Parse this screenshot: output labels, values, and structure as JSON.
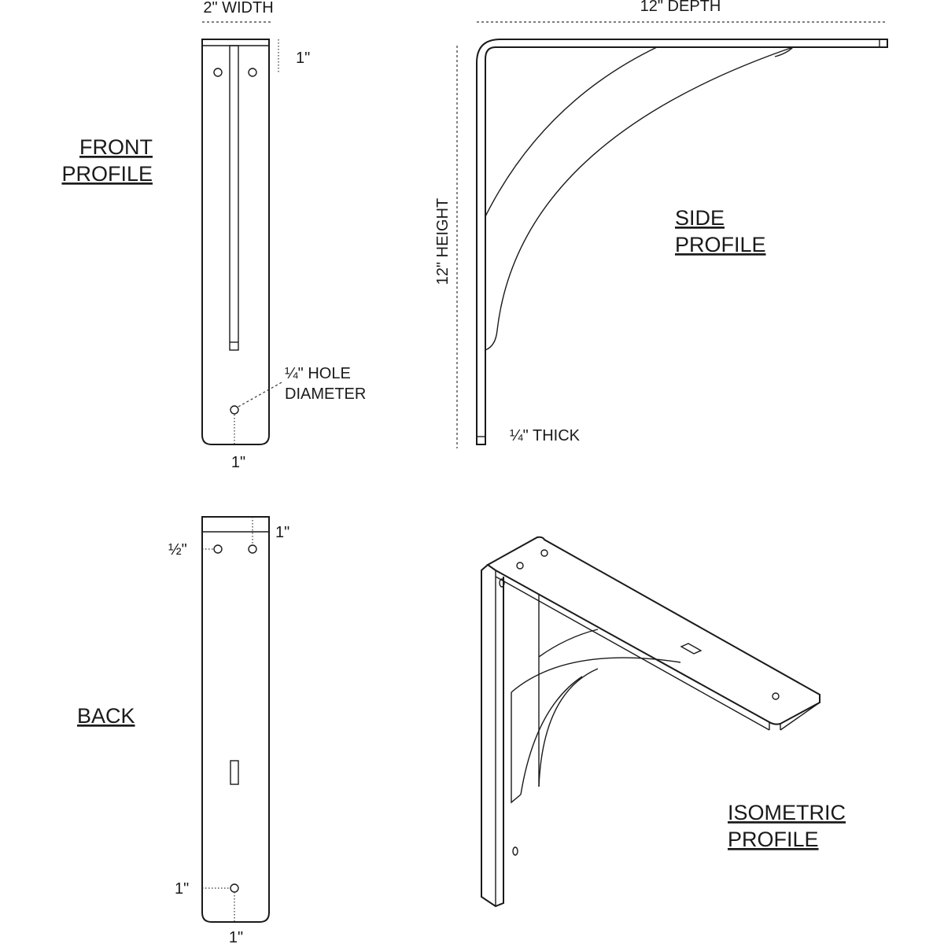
{
  "front_profile": {
    "title_line1": "FRONT",
    "title_line2": "PROFILE",
    "width_label": "2\" WIDTH",
    "top_offset_label": "1\"",
    "hole_label_line1": "¼\" HOLE",
    "hole_label_line2": "DIAMETER",
    "bottom_offset_label": "1\""
  },
  "side_profile": {
    "title_line1": "SIDE ",
    "title_line2": "PROFILE",
    "depth_label": "12\" DEPTH",
    "height_label": "12\" HEIGHT",
    "thickness_label": "¼\" THICK"
  },
  "back": {
    "title": "BACK",
    "top_offset_label": "1\"",
    "side_offset_label": "½\"",
    "bottom_side_offset_label": "1\"",
    "bottom_offset_label": "1\""
  },
  "isometric_profile": {
    "title_line1": "ISOMETRIC",
    "title_line2": "PROFILE"
  }
}
